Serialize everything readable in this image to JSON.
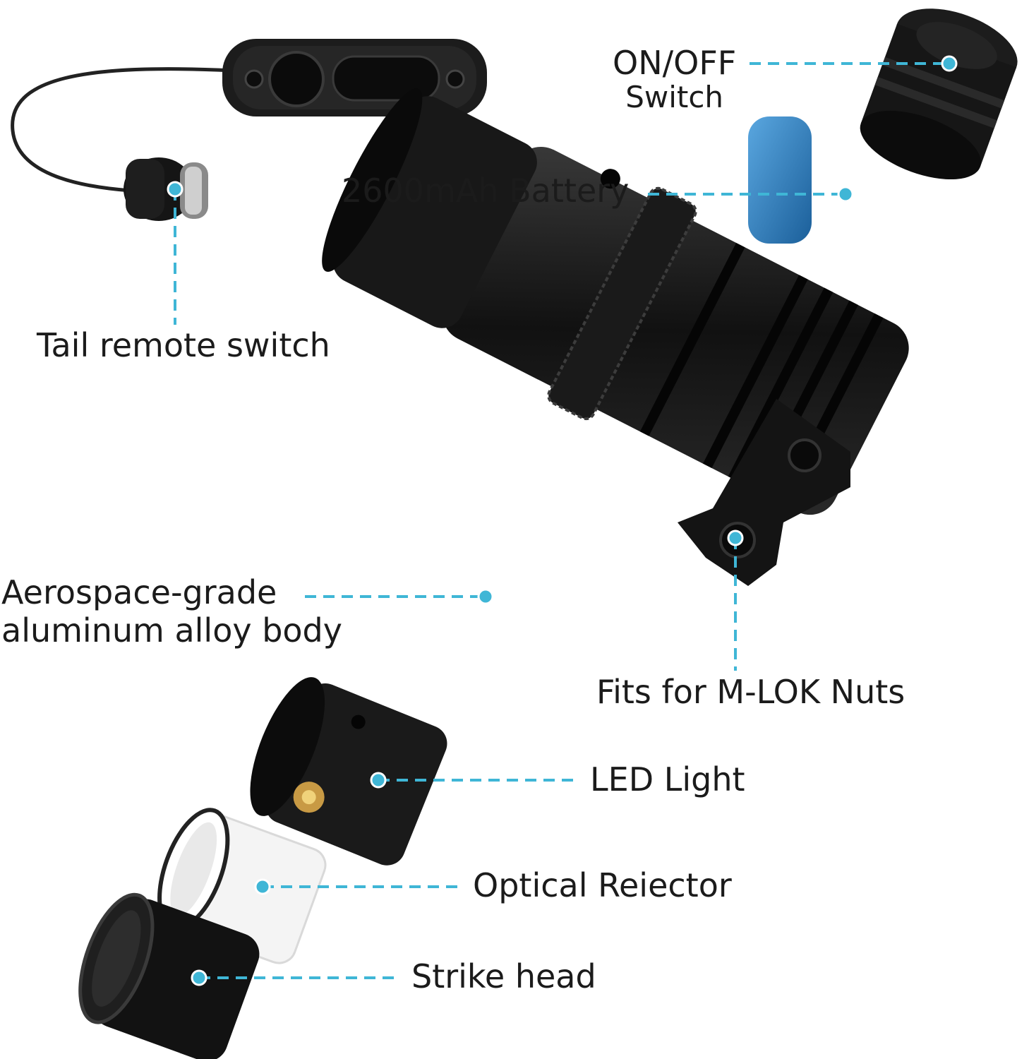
{
  "accent_color": "#3fb6d6",
  "body_color": "#141414",
  "battery_color": "#2277b8",
  "labels": {
    "on_off": {
      "line1": "ON/OFF",
      "line2": "Switch"
    },
    "battery": "2600mAh Battery",
    "tail_remote": "Tail remote switch",
    "aero": {
      "line1": "Aerospace-grade",
      "line2": "aluminum alloy body"
    },
    "mlok": "Fits for M-LOK Nuts",
    "led": "LED Light",
    "reflector": "Optical Reiector",
    "strike": "Strike head"
  }
}
